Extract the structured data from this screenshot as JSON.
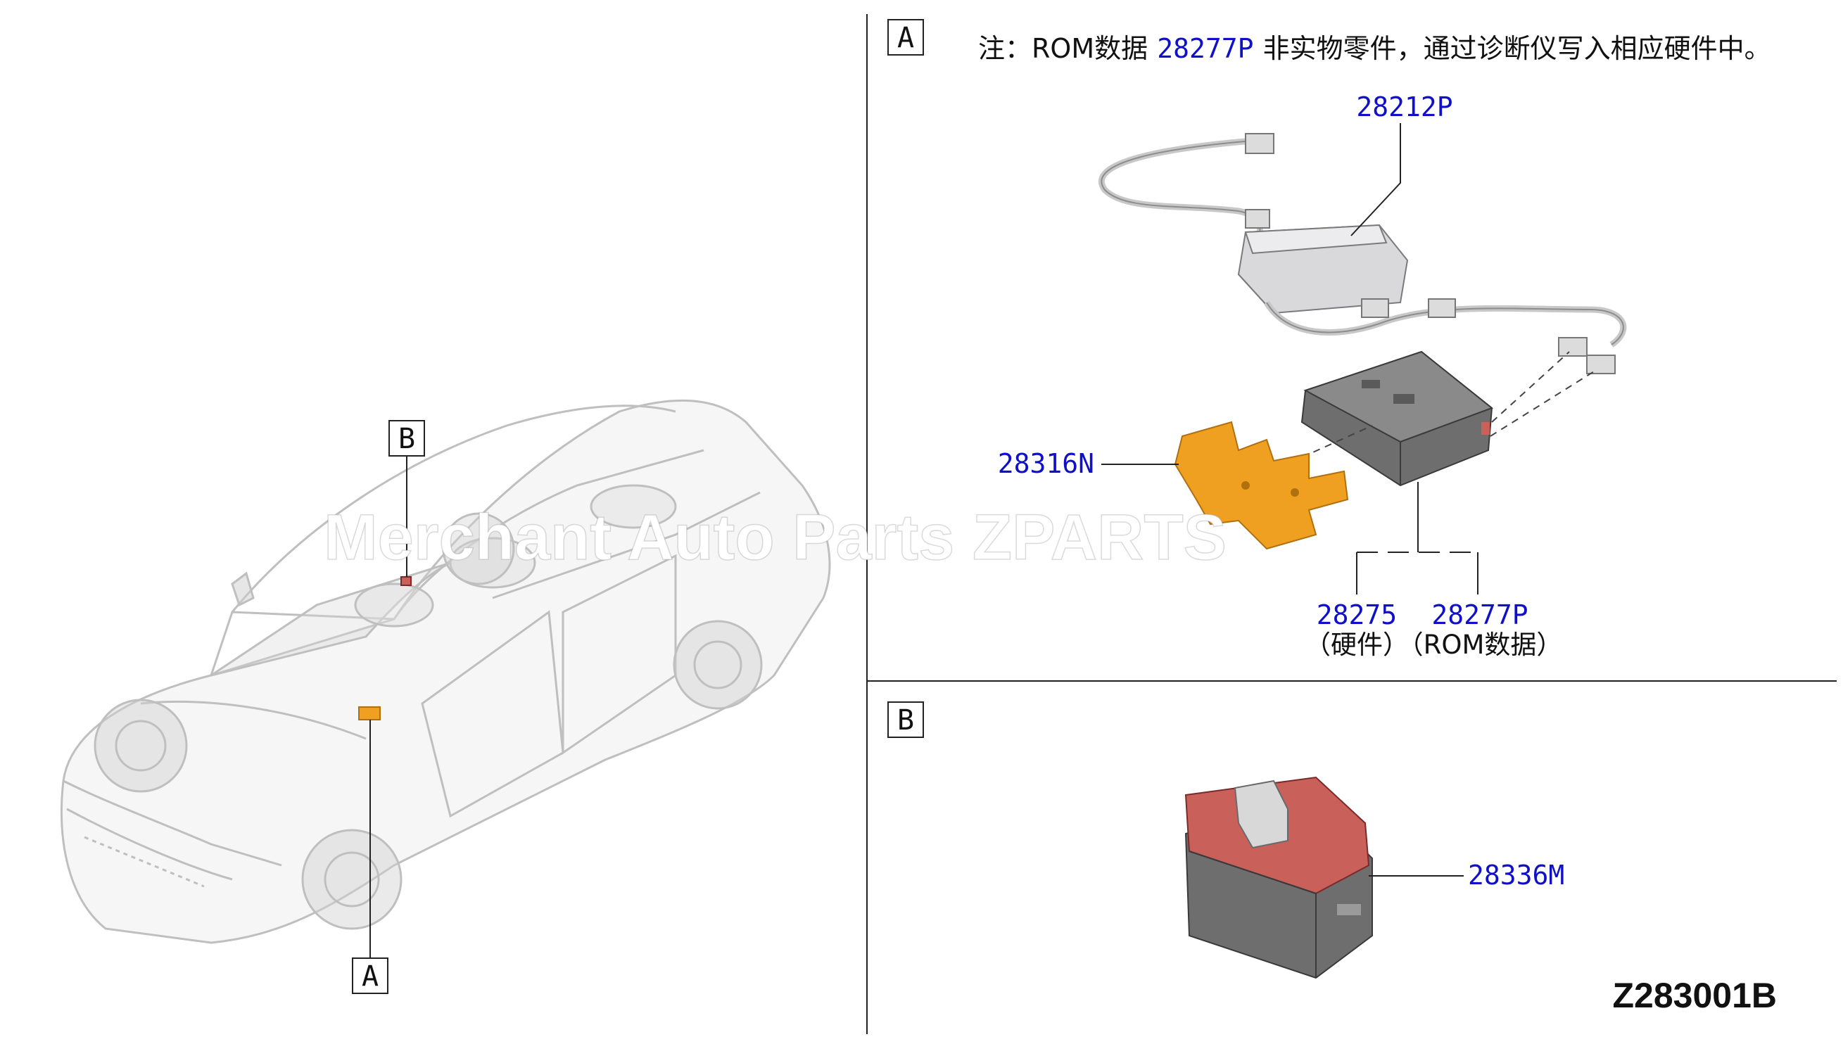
{
  "note": {
    "prefix": "注：ROM数据",
    "part": "28277P",
    "suffix": "非实物零件，通过诊断仪写入相应硬件中。"
  },
  "sections": {
    "a_label": "A",
    "b_label": "B"
  },
  "car_markers": {
    "a": "A",
    "b": "B"
  },
  "parts": {
    "p28212P": "28212P",
    "p28316N": "28316N",
    "p28275": "28275",
    "p28275_note": "（硬件）",
    "p28277P": "28277P",
    "p28277P_note": "（ROM数据）",
    "p28336M": "28336M"
  },
  "watermark": "Merchant Auto Parts ZPARTS",
  "drawing_id": "Z283001B",
  "colors": {
    "callout": "#1010c8",
    "bracket": "#f0a020",
    "relay_top": "#c9605a",
    "module_dark": "#6e6e6e"
  }
}
